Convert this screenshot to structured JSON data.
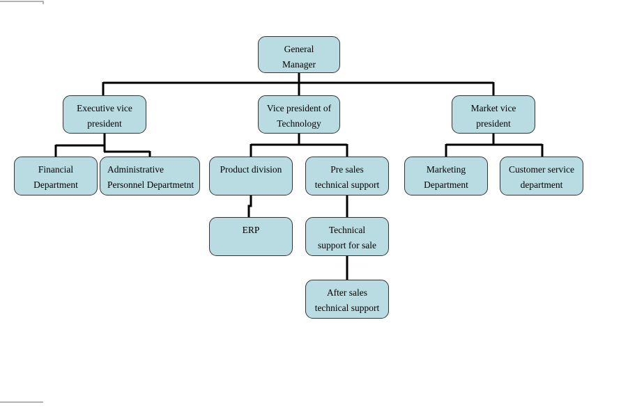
{
  "diagram": {
    "type": "org-chart",
    "colors": {
      "node_fill": "#b8dce2",
      "node_border": "#333333",
      "connector": "#000000",
      "corner_mark": "#b3b3b3"
    },
    "nodes": [
      {
        "id": "general-manager",
        "label": "General Manager",
        "line1": "General",
        "line2": "Manager"
      },
      {
        "id": "executive-vice-president",
        "label": "Executive vice president",
        "line1": "Executive vice",
        "line2": "president"
      },
      {
        "id": "vice-president-of-technology",
        "label": "Vice president of Technology",
        "line1": "Vice president of",
        "line2": "Technology"
      },
      {
        "id": "market-vice-president",
        "label": "Market vice president",
        "line1": "Market vice",
        "line2": "president"
      },
      {
        "id": "financial-department",
        "label": "Financial Department",
        "line1": "Financial",
        "line2": "Department"
      },
      {
        "id": "administrative-personnel-department",
        "label": "Administrative Personnel Departmetnt",
        "line1": "Administrative",
        "line2": "Personnel Departmetnt"
      },
      {
        "id": "product-division",
        "label": "Product division",
        "line1": "Product division",
        "line2": ""
      },
      {
        "id": "pre-sales-technical-support",
        "label": "Pre sales technical support",
        "line1": "Pre sales",
        "line2": "technical support"
      },
      {
        "id": "marketing-department",
        "label": "Marketing Department",
        "line1": "Marketing",
        "line2": "Department"
      },
      {
        "id": "customer-service-department",
        "label": "Customer service department",
        "line1": "Customer service",
        "line2": "department"
      },
      {
        "id": "erp",
        "label": "ERP",
        "line1": "ERP",
        "line2": ""
      },
      {
        "id": "technical-support-for-sale",
        "label": "Technical support for sale",
        "line1": "Technical",
        "line2": "support for sale"
      },
      {
        "id": "after-sales-technical-support",
        "label": "After sales technical support",
        "line1": "After sales",
        "line2": "technical support"
      }
    ],
    "edges": [
      {
        "from": "general-manager",
        "to": "executive-vice-president"
      },
      {
        "from": "general-manager",
        "to": "vice-president-of-technology"
      },
      {
        "from": "general-manager",
        "to": "market-vice-president"
      },
      {
        "from": "executive-vice-president",
        "to": "financial-department"
      },
      {
        "from": "executive-vice-president",
        "to": "administrative-personnel-department"
      },
      {
        "from": "vice-president-of-technology",
        "to": "product-division"
      },
      {
        "from": "vice-president-of-technology",
        "to": "pre-sales-technical-support"
      },
      {
        "from": "market-vice-president",
        "to": "marketing-department"
      },
      {
        "from": "market-vice-president",
        "to": "customer-service-department"
      },
      {
        "from": "product-division",
        "to": "erp"
      },
      {
        "from": "pre-sales-technical-support",
        "to": "technical-support-for-sale"
      },
      {
        "from": "technical-support-for-sale",
        "to": "after-sales-technical-support"
      }
    ]
  }
}
